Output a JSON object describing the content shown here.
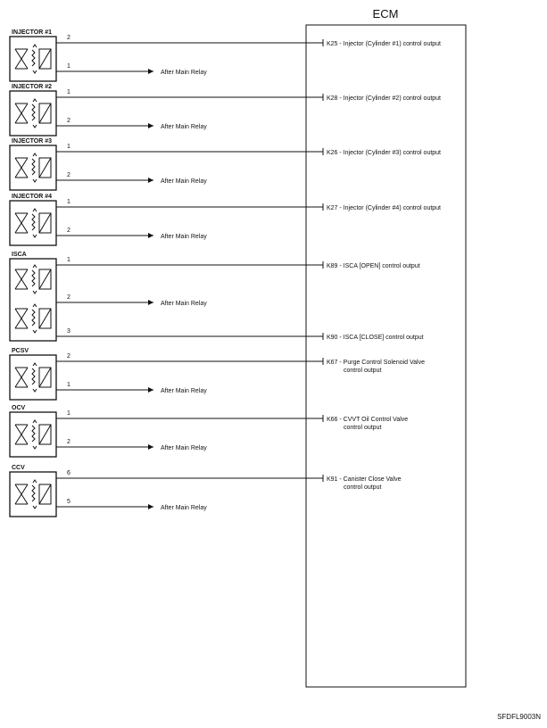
{
  "ecm": {
    "title": "ECM",
    "document_code": "SFDFL9003N"
  },
  "after_relay_label": "After Main Relay",
  "components": [
    {
      "name": "INJECTOR #1",
      "units": 1,
      "signal_pin": "2",
      "relay_pin": "1",
      "signal_first": true,
      "ecm_lines": [
        "K25 - Injector (Cylinder #1) control output"
      ]
    },
    {
      "name": "INJECTOR #2",
      "units": 1,
      "signal_pin": "1",
      "relay_pin": "2",
      "signal_first": true,
      "ecm_lines": [
        "K28 - Injector (Cylinder #2) control output"
      ]
    },
    {
      "name": "INJECTOR #3",
      "units": 1,
      "signal_pin": "1",
      "relay_pin": "2",
      "signal_first": true,
      "ecm_lines": [
        "K26 - Injector (Cylinder #3) control output"
      ]
    },
    {
      "name": "INJECTOR #4",
      "units": 1,
      "signal_pin": "1",
      "relay_pin": "2",
      "signal_first": true,
      "ecm_lines": [
        "K27 - Injector (Cylinder #4) control output"
      ]
    },
    {
      "name": "ISCA",
      "units": 2,
      "signal_pin": "1",
      "relay_pin": "2",
      "second_signal_pin": "3",
      "signal_first": true,
      "ecm_lines": [
        "K89 - ISCA [OPEN] control output"
      ],
      "second_ecm_lines": [
        "K90 - ISCA [CLOSE] control output"
      ]
    },
    {
      "name": "PCSV",
      "units": 1,
      "signal_pin": "2",
      "relay_pin": "1",
      "signal_first": true,
      "ecm_lines": [
        "K67 - Purge Control Solenoid Valve",
        "control output"
      ]
    },
    {
      "name": "OCV",
      "units": 1,
      "signal_pin": "1",
      "relay_pin": "2",
      "signal_first": true,
      "ecm_lines": [
        "K66 - CVVT Oil Control Valve",
        "control output"
      ]
    },
    {
      "name": "CCV",
      "units": 1,
      "signal_pin": "6",
      "relay_pin": "5",
      "signal_first": true,
      "ecm_lines": [
        "K91 - Canister Close Valve",
        "control output"
      ]
    }
  ]
}
